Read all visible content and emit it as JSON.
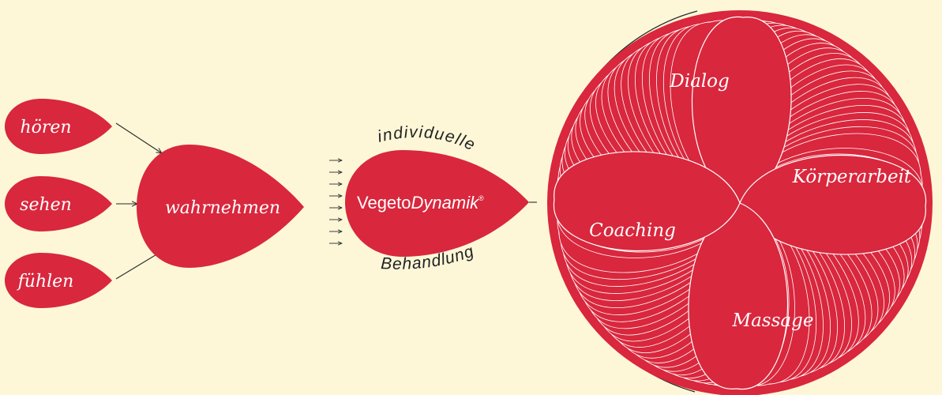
{
  "colors": {
    "background": "#fdf7d8",
    "drop": "#d9273d",
    "drop_line": "#ffffff",
    "text": "#222222",
    "ink": "#2a2a2a"
  },
  "senses": {
    "hear": "hören",
    "see": "sehen",
    "feel": "fühlen"
  },
  "perceive": "wahrnehmen",
  "brand": {
    "prefix": "Vegeto",
    "suffix": "Dynamik",
    "mark": "®"
  },
  "curved_top": "individuelle",
  "curved_bottom": "Behandlung",
  "petals": {
    "dialog": "Dialog",
    "body_work": "Körperarbeit",
    "coaching": "Coaching",
    "massage": "Massage"
  }
}
